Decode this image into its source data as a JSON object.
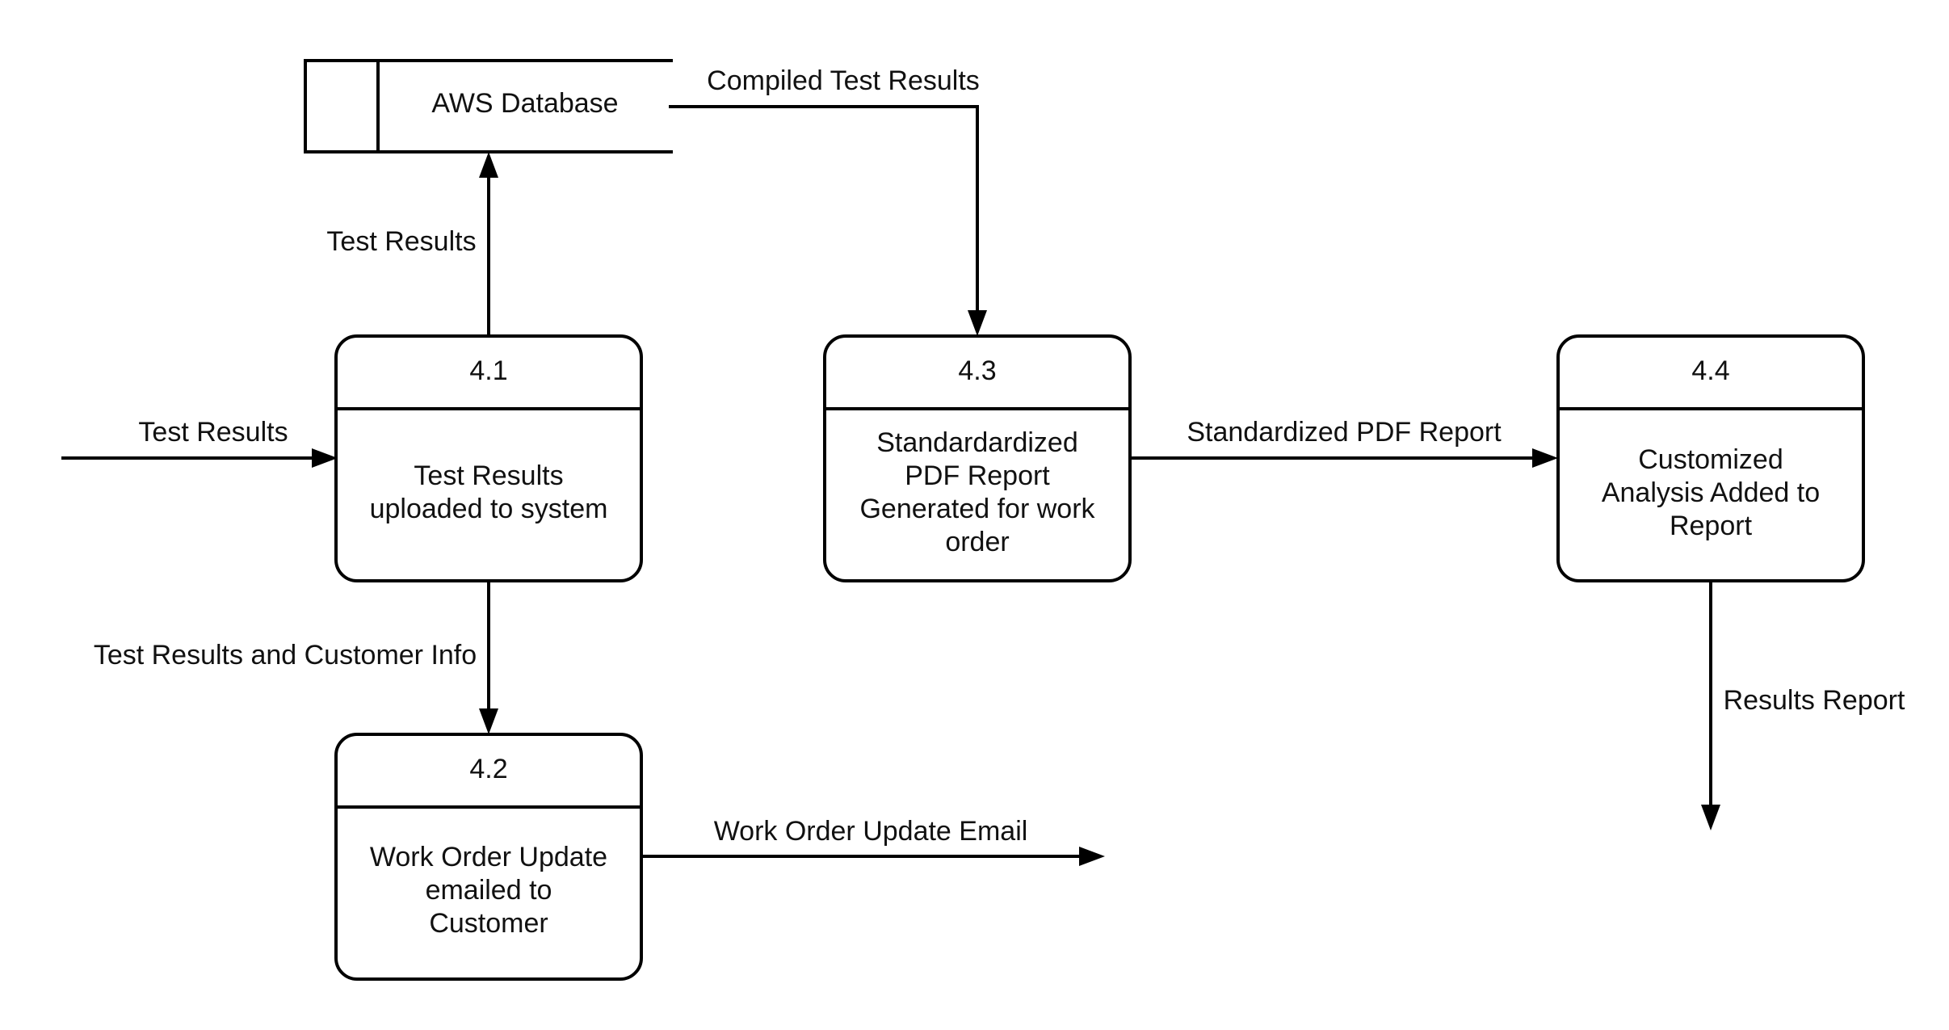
{
  "data_store": {
    "label": "AWS Database"
  },
  "processes": [
    {
      "id": "4.1",
      "lines": [
        "Test Results",
        "uploaded to system"
      ]
    },
    {
      "id": "4.2",
      "lines": [
        "Work Order Update",
        "emailed to",
        "Customer"
      ]
    },
    {
      "id": "4.3",
      "lines": [
        "Standardardized",
        "PDF Report",
        "Generated for work",
        "order"
      ]
    },
    {
      "id": "4.4",
      "lines": [
        "Customized",
        "Analysis Added to",
        "Report"
      ]
    }
  ],
  "flows": {
    "input_test_results": "Test Results",
    "to_database": "Test Results",
    "compiled_results": "Compiled Test Results",
    "results_and_customer_info": "Test Results and Customer Info",
    "work_order_email": "Work Order Update Email",
    "standardized_report": "Standardized PDF Report",
    "results_report": "Results Report"
  }
}
